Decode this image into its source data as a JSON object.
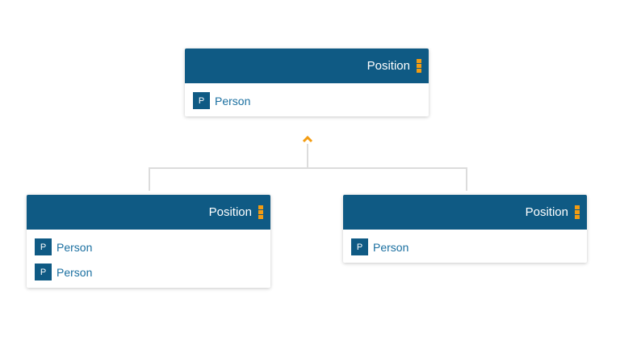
{
  "chart": {
    "accent_color": "#0f5a84",
    "handle_color": "#f39c12",
    "connector_color": "#dcdcdc",
    "root": {
      "title": "Position",
      "drag_handle_icon": "drag-handle-icon",
      "members": [
        {
          "badge": "P",
          "name": "Person"
        }
      ]
    },
    "collapse_icon": "chevron-up-icon",
    "children": [
      {
        "title": "Position",
        "drag_handle_icon": "drag-handle-icon",
        "members": [
          {
            "badge": "P",
            "name": "Person"
          },
          {
            "badge": "P",
            "name": "Person"
          }
        ]
      },
      {
        "title": "Position",
        "drag_handle_icon": "drag-handle-icon",
        "members": [
          {
            "badge": "P",
            "name": "Person"
          }
        ]
      }
    ]
  }
}
